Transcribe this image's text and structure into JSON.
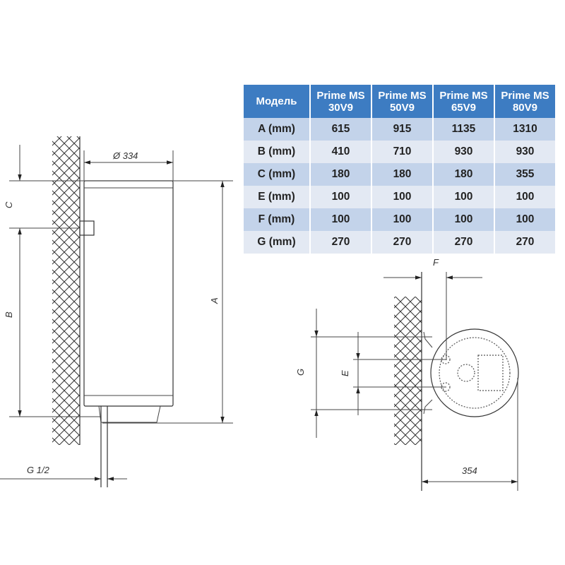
{
  "table": {
    "header": [
      "Модель",
      "Prime MS 30V9",
      "Prime MS 50V9",
      "Prime MS 65V9",
      "Prime MS 80V9"
    ],
    "header_lines": [
      [
        "Модель"
      ],
      [
        "Prime MS",
        "30V9"
      ],
      [
        "Prime MS",
        "50V9"
      ],
      [
        "Prime MS",
        "65V9"
      ],
      [
        "Prime MS",
        "80V9"
      ]
    ],
    "rows": [
      [
        "A (mm)",
        "615",
        "915",
        "1135",
        "1310"
      ],
      [
        "B (mm)",
        "410",
        "710",
        "930",
        "930"
      ],
      [
        "C (mm)",
        "180",
        "180",
        "180",
        "355"
      ],
      [
        "E (mm)",
        "100",
        "100",
        "100",
        "100"
      ],
      [
        "F (mm)",
        "100",
        "100",
        "100",
        "100"
      ],
      [
        "G (mm)",
        "270",
        "270",
        "270",
        "270"
      ]
    ]
  },
  "side_view": {
    "diameter_label": "Ø 334",
    "dim_a": "A",
    "dim_b": "B",
    "dim_c": "C",
    "pipe_label": "G 1/2"
  },
  "top_view": {
    "dim_f": "F",
    "dim_g": "G",
    "dim_e": "E",
    "depth_label": "354"
  },
  "colors": {
    "header_bg": "#3d7cc2",
    "row_dark": "#c3d3ea",
    "row_light": "#e3e9f3"
  }
}
